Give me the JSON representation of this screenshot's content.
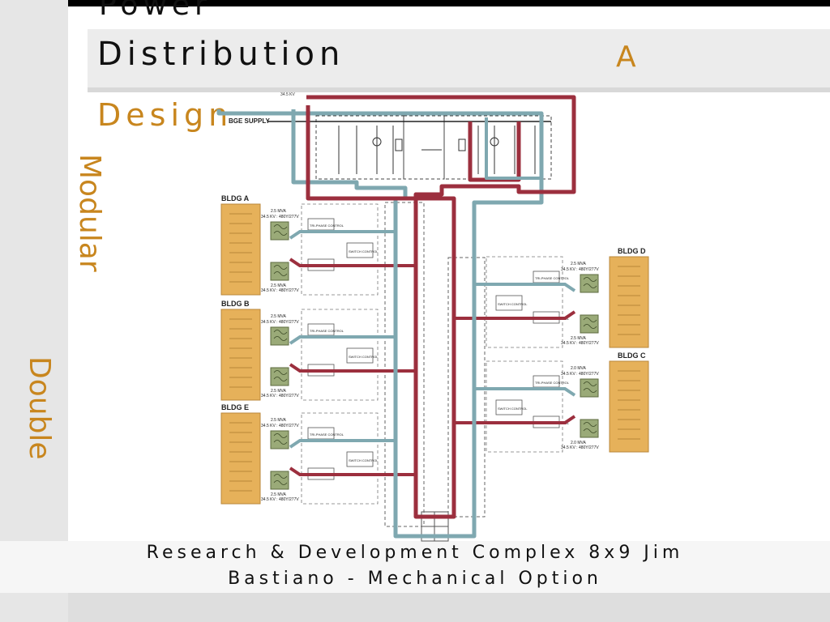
{
  "slide": {
    "title_top": "Power",
    "title_main": "Distribution",
    "title_accent": "A",
    "subtitle": "Design",
    "vertical_left_1": "Modular",
    "vertical_left_2": "Double",
    "footer_line1": "Research & Development Complex 8x9 Jim",
    "footer_line2": "Bastiano - Mechanical Option"
  },
  "diagram": {
    "supply_label": "BGE SUPPLY",
    "supply_voltage": "34.5 KV",
    "buildings": [
      {
        "name": "BLDG A",
        "upper_rating": "2.5 MVA",
        "upper_voltage": "34.5 KV : 480Y/277V",
        "lower_rating": "2.5 MVA",
        "lower_voltage": "34.5 KV : 480Y/277V"
      },
      {
        "name": "BLDG B",
        "upper_rating": "2.5 MVA",
        "upper_voltage": "34.5 KV : 480Y/277V",
        "lower_rating": "2.5 MVA",
        "lower_voltage": "34.5 KV : 480Y/277V"
      },
      {
        "name": "BLDG E",
        "upper_rating": "2.5 MVA",
        "upper_voltage": "34.5 KV : 480Y/277V",
        "lower_rating": "2.5 MVA",
        "lower_voltage": "34.5 KV : 480Y/277V"
      },
      {
        "name": "BLDG D",
        "upper_rating": "2.5 MVA",
        "upper_voltage": "34.5 KV : 480Y/277V",
        "lower_rating": "2.5 MVA",
        "lower_voltage": "34.5 KV : 480Y/277V"
      },
      {
        "name": "BLDG C",
        "upper_rating": "2.0 MVA",
        "upper_voltage": "34.5 KV : 480Y/277V",
        "lower_rating": "2.0 MVA",
        "lower_voltage": "34.5 KV : 480Y/277V"
      }
    ],
    "tri_phase_label": "TRI-PHASE CONTROL",
    "switch_label": "SWITCH CONTROL",
    "colors": {
      "feeder_red": "#9c2f3e",
      "feeder_blue": "#7fa8b0",
      "building_fill": "#e6b15a",
      "transformer_fill": "#9aaa78",
      "accent_gold": "#c8861e"
    }
  }
}
